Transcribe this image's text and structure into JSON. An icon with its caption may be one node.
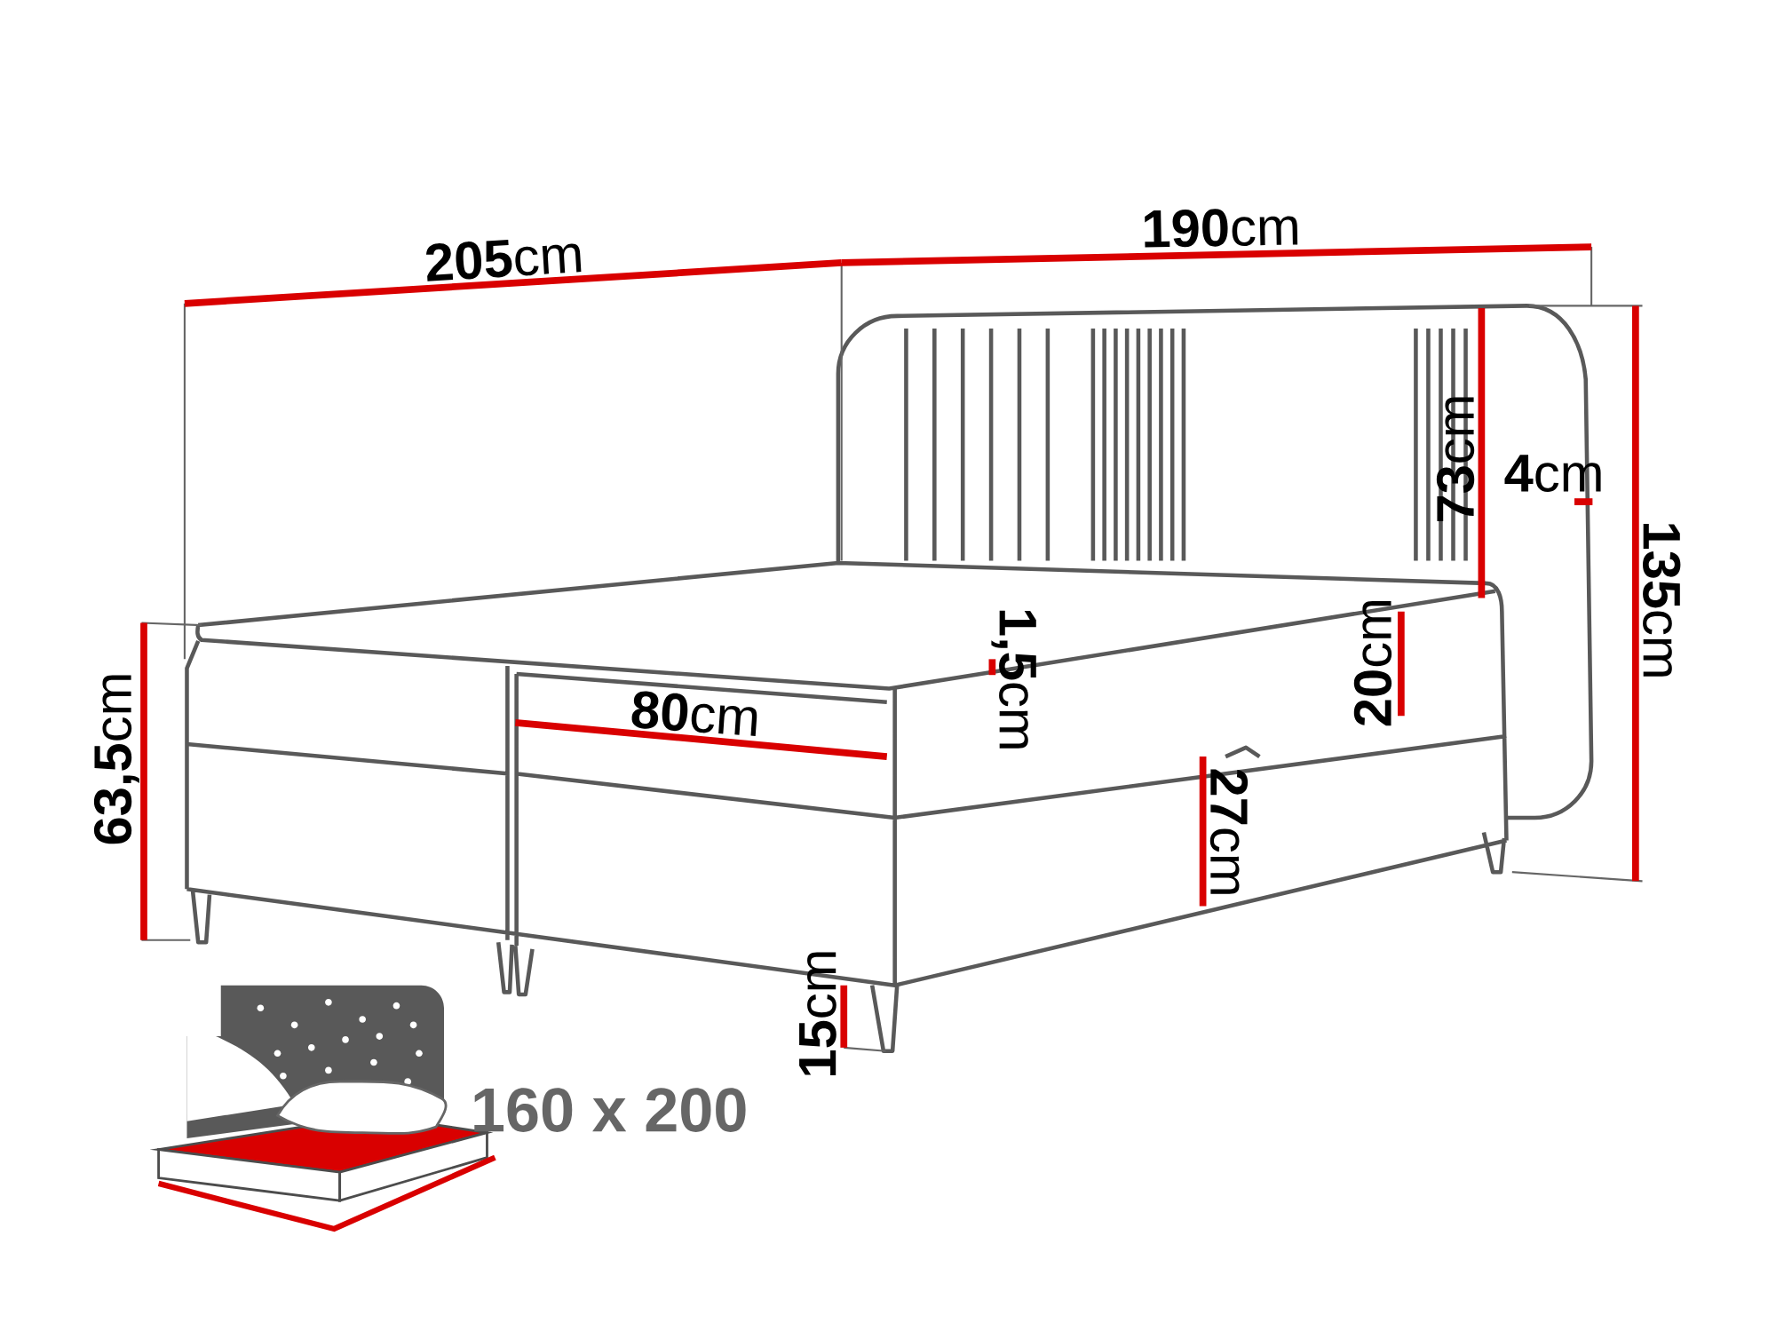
{
  "diagram": {
    "labels": [
      "**205**cm",
      "**190**cm",
      "**73**cm",
      "**4**cm",
      "**135**cm",
      "**63,5**cm",
      "**80**cm",
      "**1,5**cm",
      "**20**cm",
      "**27**cm",
      "**15**cm",
      "160 x 200"
    ]
  }
}
